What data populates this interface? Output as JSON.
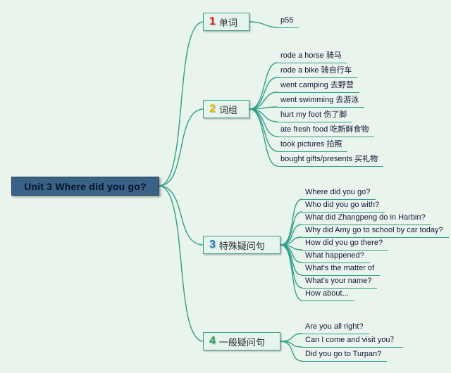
{
  "background": "#e9f4ec",
  "line_color": "#2fa08b",
  "root": {
    "label": "Unit 3 Where did you go?",
    "bg_color": "#3a6186"
  },
  "branches": [
    {
      "number": "1",
      "label": "单词",
      "number_color": "#d92b1f",
      "children": [
        "p55"
      ]
    },
    {
      "number": "2",
      "label": "词组",
      "number_color": "#e8bd00",
      "children": [
        "rode a horse 骑马",
        "rode a bike 骑自行车",
        "went camping 去野营",
        "went swimming 去游泳",
        "hurt my foot 伤了脚",
        "ate fresh food 吃新鲜食物",
        "took pictures 拍照",
        "bought gifts/presents 买礼物"
      ]
    },
    {
      "number": "3",
      "label": "特殊疑问句",
      "number_color": "#1d7fd1",
      "children": [
        "Where did you go?",
        "Who did you go with?",
        "What did Zhangpeng do in Harbin?",
        "Why did Amy go to school by car today?",
        "How did you go there?",
        "What happened?",
        "What's the matter of",
        "What's your name?",
        "How about..."
      ]
    },
    {
      "number": "4",
      "label": "一般疑问句",
      "number_color": "#1f9e4d",
      "children": [
        "Are you all right?",
        "Can I come and visit you？",
        "Did you go to Turpan?"
      ]
    }
  ]
}
